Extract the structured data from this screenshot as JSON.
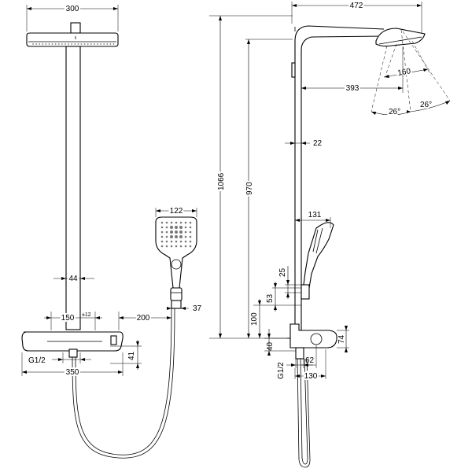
{
  "front_view": {
    "dims": {
      "head_width": "300",
      "column": "44",
      "connection_spacing": "150",
      "connection_tolerance": "±12",
      "thread": "G1/2",
      "thermostat_width": "350",
      "inlet_height": "41",
      "hand_shower_offset": "200",
      "holder": "37",
      "hand_shower_head": "122"
    }
  },
  "side_view": {
    "dims": {
      "arm_projection": "472",
      "head_diameter": "160",
      "arm_to_head": "393",
      "angle_left": "26°",
      "angle_right": "26°",
      "column_width": "22",
      "total_height": "1066",
      "head_height": "970",
      "hand_shower_projection": "131",
      "dim_25": "25",
      "dim_53": "53",
      "dim_100": "100",
      "dim_40": "40",
      "dim_74": "74",
      "thread": "G1/2",
      "dim_62": "62",
      "dim_130": "130"
    }
  }
}
